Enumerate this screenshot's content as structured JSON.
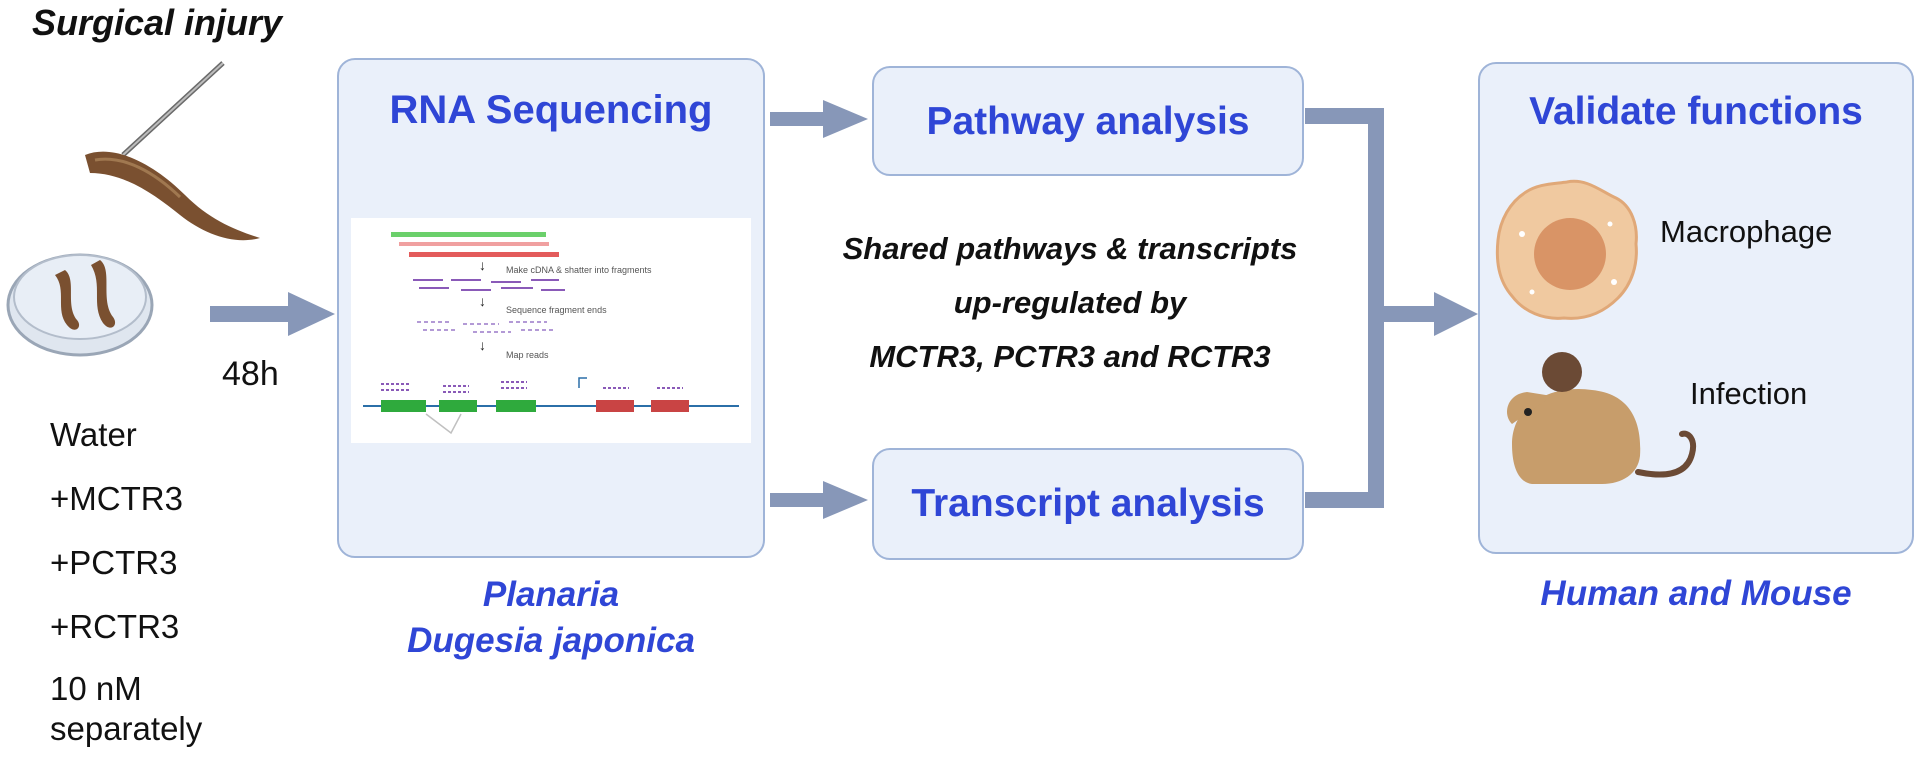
{
  "left": {
    "procedure": "Surgical injury",
    "time": "48h",
    "treatments": [
      "Water",
      "+MCTR3",
      "+PCTR3",
      "+RCTR3",
      "10 nM",
      "separately"
    ]
  },
  "rnaseq": {
    "title": "RNA Sequencing",
    "steps": [
      "Make cDNA & shatter into fragments",
      "Sequence fragment ends",
      "Map reads"
    ],
    "organism": [
      "Planaria",
      "Dugesia japonica"
    ]
  },
  "middle": {
    "pathway": "Pathway analysis",
    "transcript": "Transcript analysis",
    "shared": [
      "Shared pathways & transcripts",
      "up-regulated by",
      "MCTR3, PCTR3 and RCTR3"
    ]
  },
  "validate": {
    "title": "Validate functions",
    "items": [
      "Macrophage",
      "Infection"
    ],
    "species": "Human and Mouse"
  },
  "colors": {
    "title_blue": "#2f46d6",
    "box_fill": "#eaf0fa",
    "box_border": "#9fb4d8",
    "arrow": "#8797b8",
    "worm": "#7a5030"
  }
}
